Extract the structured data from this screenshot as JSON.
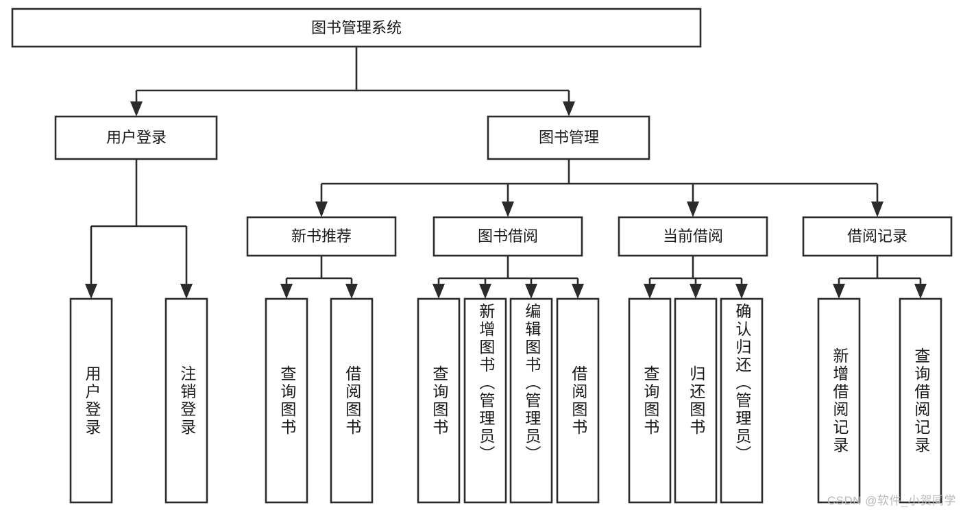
{
  "diagram": {
    "type": "tree",
    "title": "图书管理系统",
    "watermark": "CSDN @软件_小贺同学",
    "colors": {
      "box_stroke": "#2b2b2b",
      "box_fill": "#ffffff",
      "text": "#1a1a1a",
      "background": "#ffffff",
      "watermark": "#b9b9b9"
    },
    "root": {
      "label": "图书管理系统"
    },
    "level2": [
      {
        "label": "用户登录"
      },
      {
        "label": "图书管理"
      }
    ],
    "level3": [
      {
        "label": "新书推荐"
      },
      {
        "label": "图书借阅"
      },
      {
        "label": "当前借阅"
      },
      {
        "label": "借阅记录"
      }
    ],
    "leaves": {
      "user_login": [
        {
          "label": "用户登录"
        },
        {
          "label": "注销登录"
        }
      ],
      "new_book_recommend": [
        {
          "label": "查询图书"
        },
        {
          "label": "借阅图书"
        }
      ],
      "book_borrow": [
        {
          "label": "查询图书"
        },
        {
          "label": "新增图书（管理员）"
        },
        {
          "label": "编辑图书（管理员）"
        },
        {
          "label": "借阅图书"
        }
      ],
      "current_borrow": [
        {
          "label": "查询图书"
        },
        {
          "label": "归还图书"
        },
        {
          "label": "确认归还（管理员）"
        }
      ],
      "borrow_record": [
        {
          "label": "新增借阅记录"
        },
        {
          "label": "查询借阅记录"
        }
      ]
    }
  }
}
